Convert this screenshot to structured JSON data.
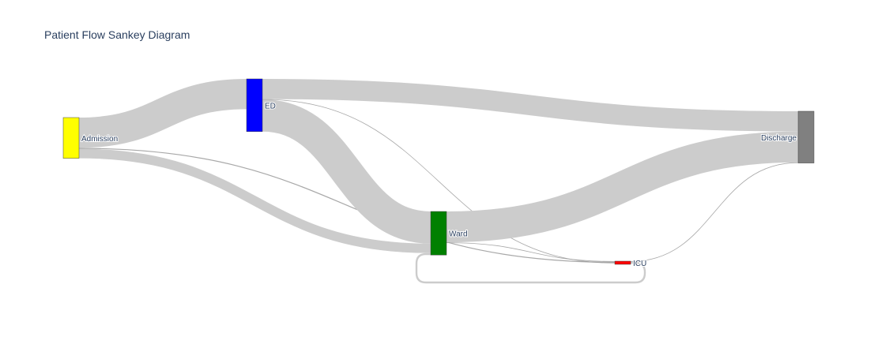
{
  "chart_data": {
    "type": "sankey",
    "title": "Patient Flow Sankey Diagram",
    "nodes": [
      {
        "id": "admission",
        "label": "Admission",
        "color": "#ffff00"
      },
      {
        "id": "ed",
        "label": "ED",
        "color": "#0000ff"
      },
      {
        "id": "ward",
        "label": "Ward",
        "color": "#008000"
      },
      {
        "id": "icu",
        "label": "ICU",
        "color": "#ff0000"
      },
      {
        "id": "discharge",
        "label": "Discharge",
        "color": "#808080"
      }
    ],
    "links": [
      {
        "source": "admission",
        "target": "ed",
        "value": 48
      },
      {
        "source": "admission",
        "target": "ward",
        "value": 15
      },
      {
        "source": "admission",
        "target": "icu",
        "value": 1.5
      },
      {
        "source": "ed",
        "target": "discharge",
        "value": 32
      },
      {
        "source": "ed",
        "target": "ward",
        "value": 51
      },
      {
        "source": "ed",
        "target": "icu",
        "value": 0.5
      },
      {
        "source": "ward",
        "target": "discharge",
        "value": 49
      },
      {
        "source": "ward",
        "target": "icu",
        "value": 1
      },
      {
        "source": "icu",
        "target": "ward",
        "value": 3
      },
      {
        "source": "icu",
        "target": "discharge",
        "value": 1
      }
    ],
    "link_color": "#cccccc"
  }
}
